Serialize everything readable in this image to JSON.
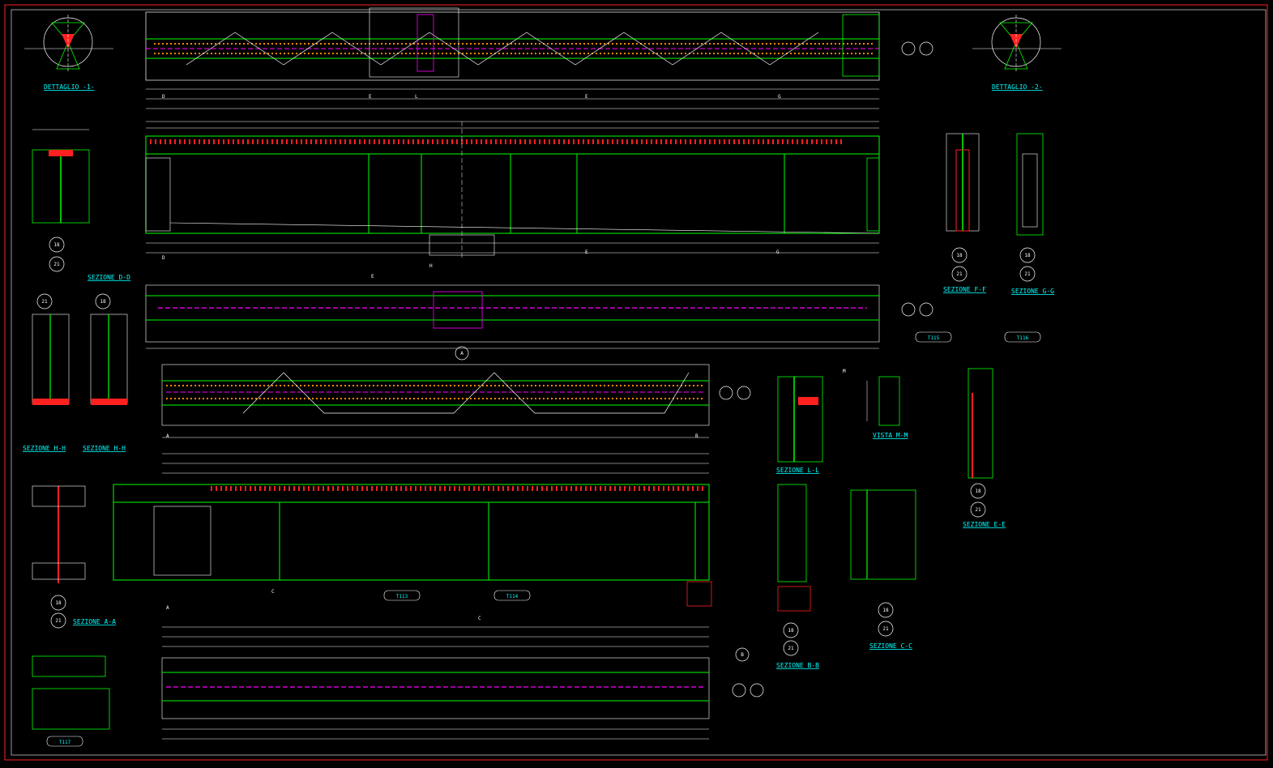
{
  "titles": {
    "dettaglio1": "DETTAGLIO -1-",
    "dettaglio2": "DETTAGLIO -2-",
    "sezD": "SEZIONE D-D",
    "sezF": "SEZIONE F-F",
    "sezG": "SEZIONE G-G",
    "sezH1": "SEZIONE H-H",
    "sezH2": "SEZIONE H-H",
    "sezL": "SEZIONE L-L",
    "vistaM": "VISTA M-M",
    "sezE": "SEZIONE E-E",
    "sezA": "SEZIONE A-A",
    "sezB": "SEZIONE B-B",
    "sezC": "SEZIONE C-C"
  },
  "tags": {
    "t115": "T115",
    "t116": "T116",
    "t113": "T113",
    "t114": "T114",
    "t117": "T117"
  },
  "markers": {
    "a": "A",
    "b": "B",
    "c": "C",
    "d": "D",
    "e": "E",
    "g": "G",
    "l": "L",
    "h": "H",
    "m": "M"
  },
  "circles": {
    "n18": "18",
    "n21": "21"
  },
  "colors": {
    "background": "#000000",
    "green": "#00ff00",
    "white": "#ffffff",
    "red": "#ff2020",
    "magenta": "#ff00ff",
    "cyan": "#00ffff",
    "yellow": "#ffff00"
  }
}
